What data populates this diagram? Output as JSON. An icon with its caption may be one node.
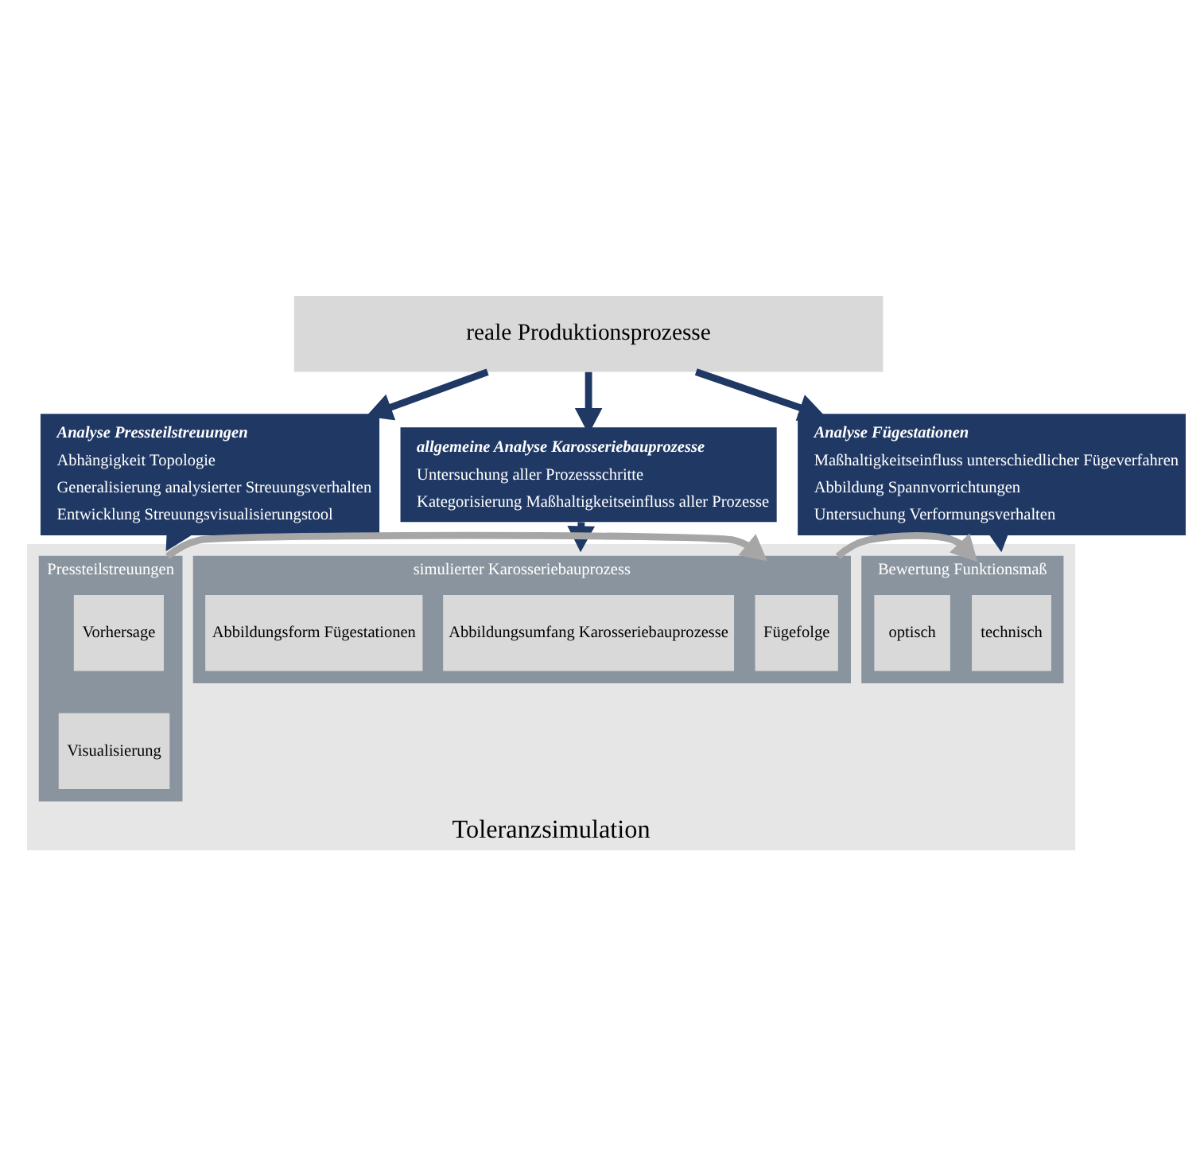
{
  "diagram": {
    "nodes": [
      {
        "text": [
          "reale Produktionsprozesse"
        ]
      },
      {
        "text": [
          "Analyse Pressteilstreuungen",
          "Abhängigkeit Topologie",
          "Generalisierung analysierter Streuungsverhalten",
          "Entwicklung Streuungsvisualisierungstool"
        ]
      },
      {
        "text": [
          "allgemeine Analyse Karosseriebauprozesse",
          "Untersuchung aller Prozessschritte",
          "Kategorisierung Maßhaltigkeitseinfluss aller Prozesse"
        ]
      },
      {
        "text": [
          "Analyse Fügestationen",
          "Maßhaltigkeitseinfluss unterschiedlicher Fügeverfahren",
          "Abbildung Spannvorrichtungen",
          "Untersuchung Verformungsverhalten"
        ]
      },
      {
        "text": [
          "Toleranzsimulation"
        ]
      },
      {
        "text": [
          "Pressteilstreuungen"
        ],
        "in": 4
      },
      {
        "text": [
          "Vorhersage"
        ],
        "in": 5
      },
      {
        "text": [
          "Visualisierung"
        ],
        "in": 5
      },
      {
        "text": [
          "simulierter Karosseriebauprozess"
        ],
        "in": 4
      },
      {
        "text": [
          "Fügefolge"
        ],
        "in": 8
      },
      {
        "text": [
          "Abbildungsumfang Karosseriebauprozesse"
        ],
        "in": 8
      },
      {
        "text": [
          "Abbildungsform Fügestationen"
        ],
        "in": 8
      },
      {
        "text": [
          "Bewertung Funktionsmaß"
        ],
        "in": 4
      },
      {
        "text": [
          "technisch"
        ],
        "in": 12
      },
      {
        "text": [
          "optisch"
        ],
        "in": 12
      }
    ],
    "edges": [
      {
        "from": 0,
        "to": 1,
        "arrow": "to"
      },
      {
        "from": 0,
        "to": 2,
        "arrow": "to"
      },
      {
        "from": 0,
        "to": 3,
        "arrow": "to"
      },
      {
        "from": 1,
        "to": 4,
        "arrow": "to"
      },
      {
        "from": 2,
        "to": 4,
        "arrow": "to"
      },
      {
        "from": 3,
        "to": 4,
        "arrow": "to"
      },
      {
        "from": 5,
        "to": 8,
        "arrow": "to",
        "color": "#a6a6a6"
      },
      {
        "from": 8,
        "to": 12,
        "arrow": "to",
        "color": "#a6a6a6"
      }
    ]
  }
}
